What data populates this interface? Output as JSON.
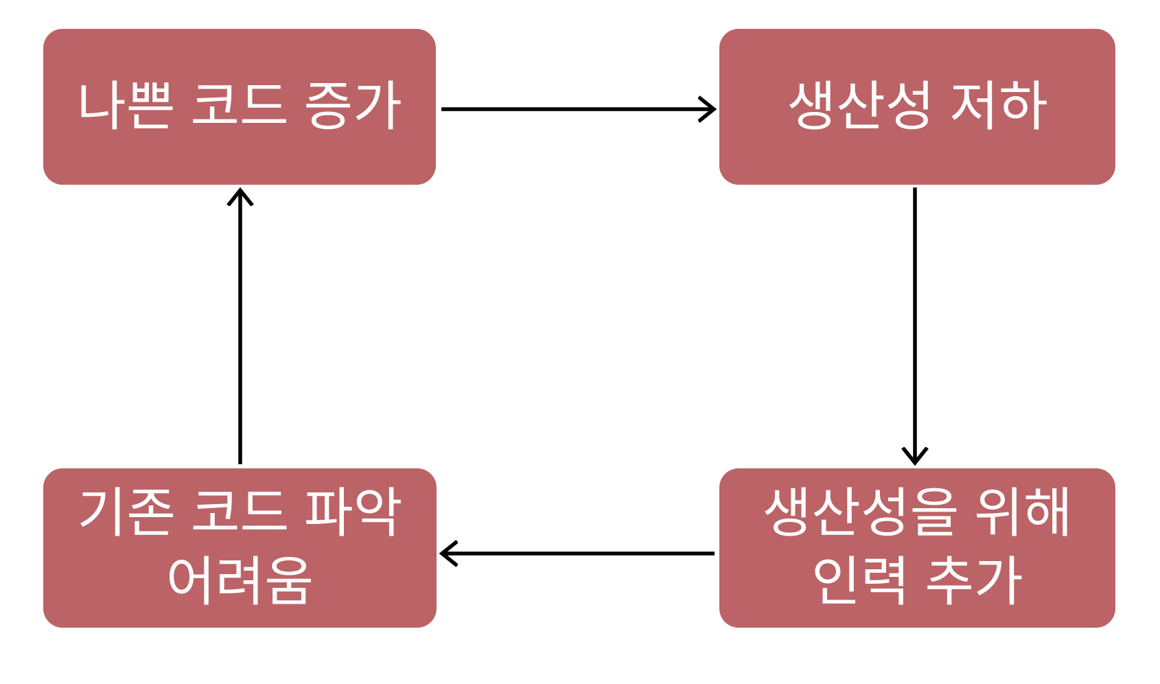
{
  "diagram": {
    "type": "cycle-flowchart",
    "background_color": "#ffffff",
    "node_fill_color": "#bb6366",
    "node_text_color": "#ffffff",
    "arrow_color": "#000000",
    "nodes": [
      {
        "id": "bad-code-increase",
        "label": "나쁜 코드 증가"
      },
      {
        "id": "productivity-decline",
        "label": "생산성 저하"
      },
      {
        "id": "add-manpower",
        "label": "생산성을 위해\n인력 추가"
      },
      {
        "id": "existing-code-hard",
        "label": "기존 코드 파악\n어려움"
      }
    ],
    "edges": [
      {
        "from": "bad-code-increase",
        "to": "productivity-decline"
      },
      {
        "from": "productivity-decline",
        "to": "add-manpower"
      },
      {
        "from": "add-manpower",
        "to": "existing-code-hard"
      },
      {
        "from": "existing-code-hard",
        "to": "bad-code-increase"
      }
    ]
  }
}
